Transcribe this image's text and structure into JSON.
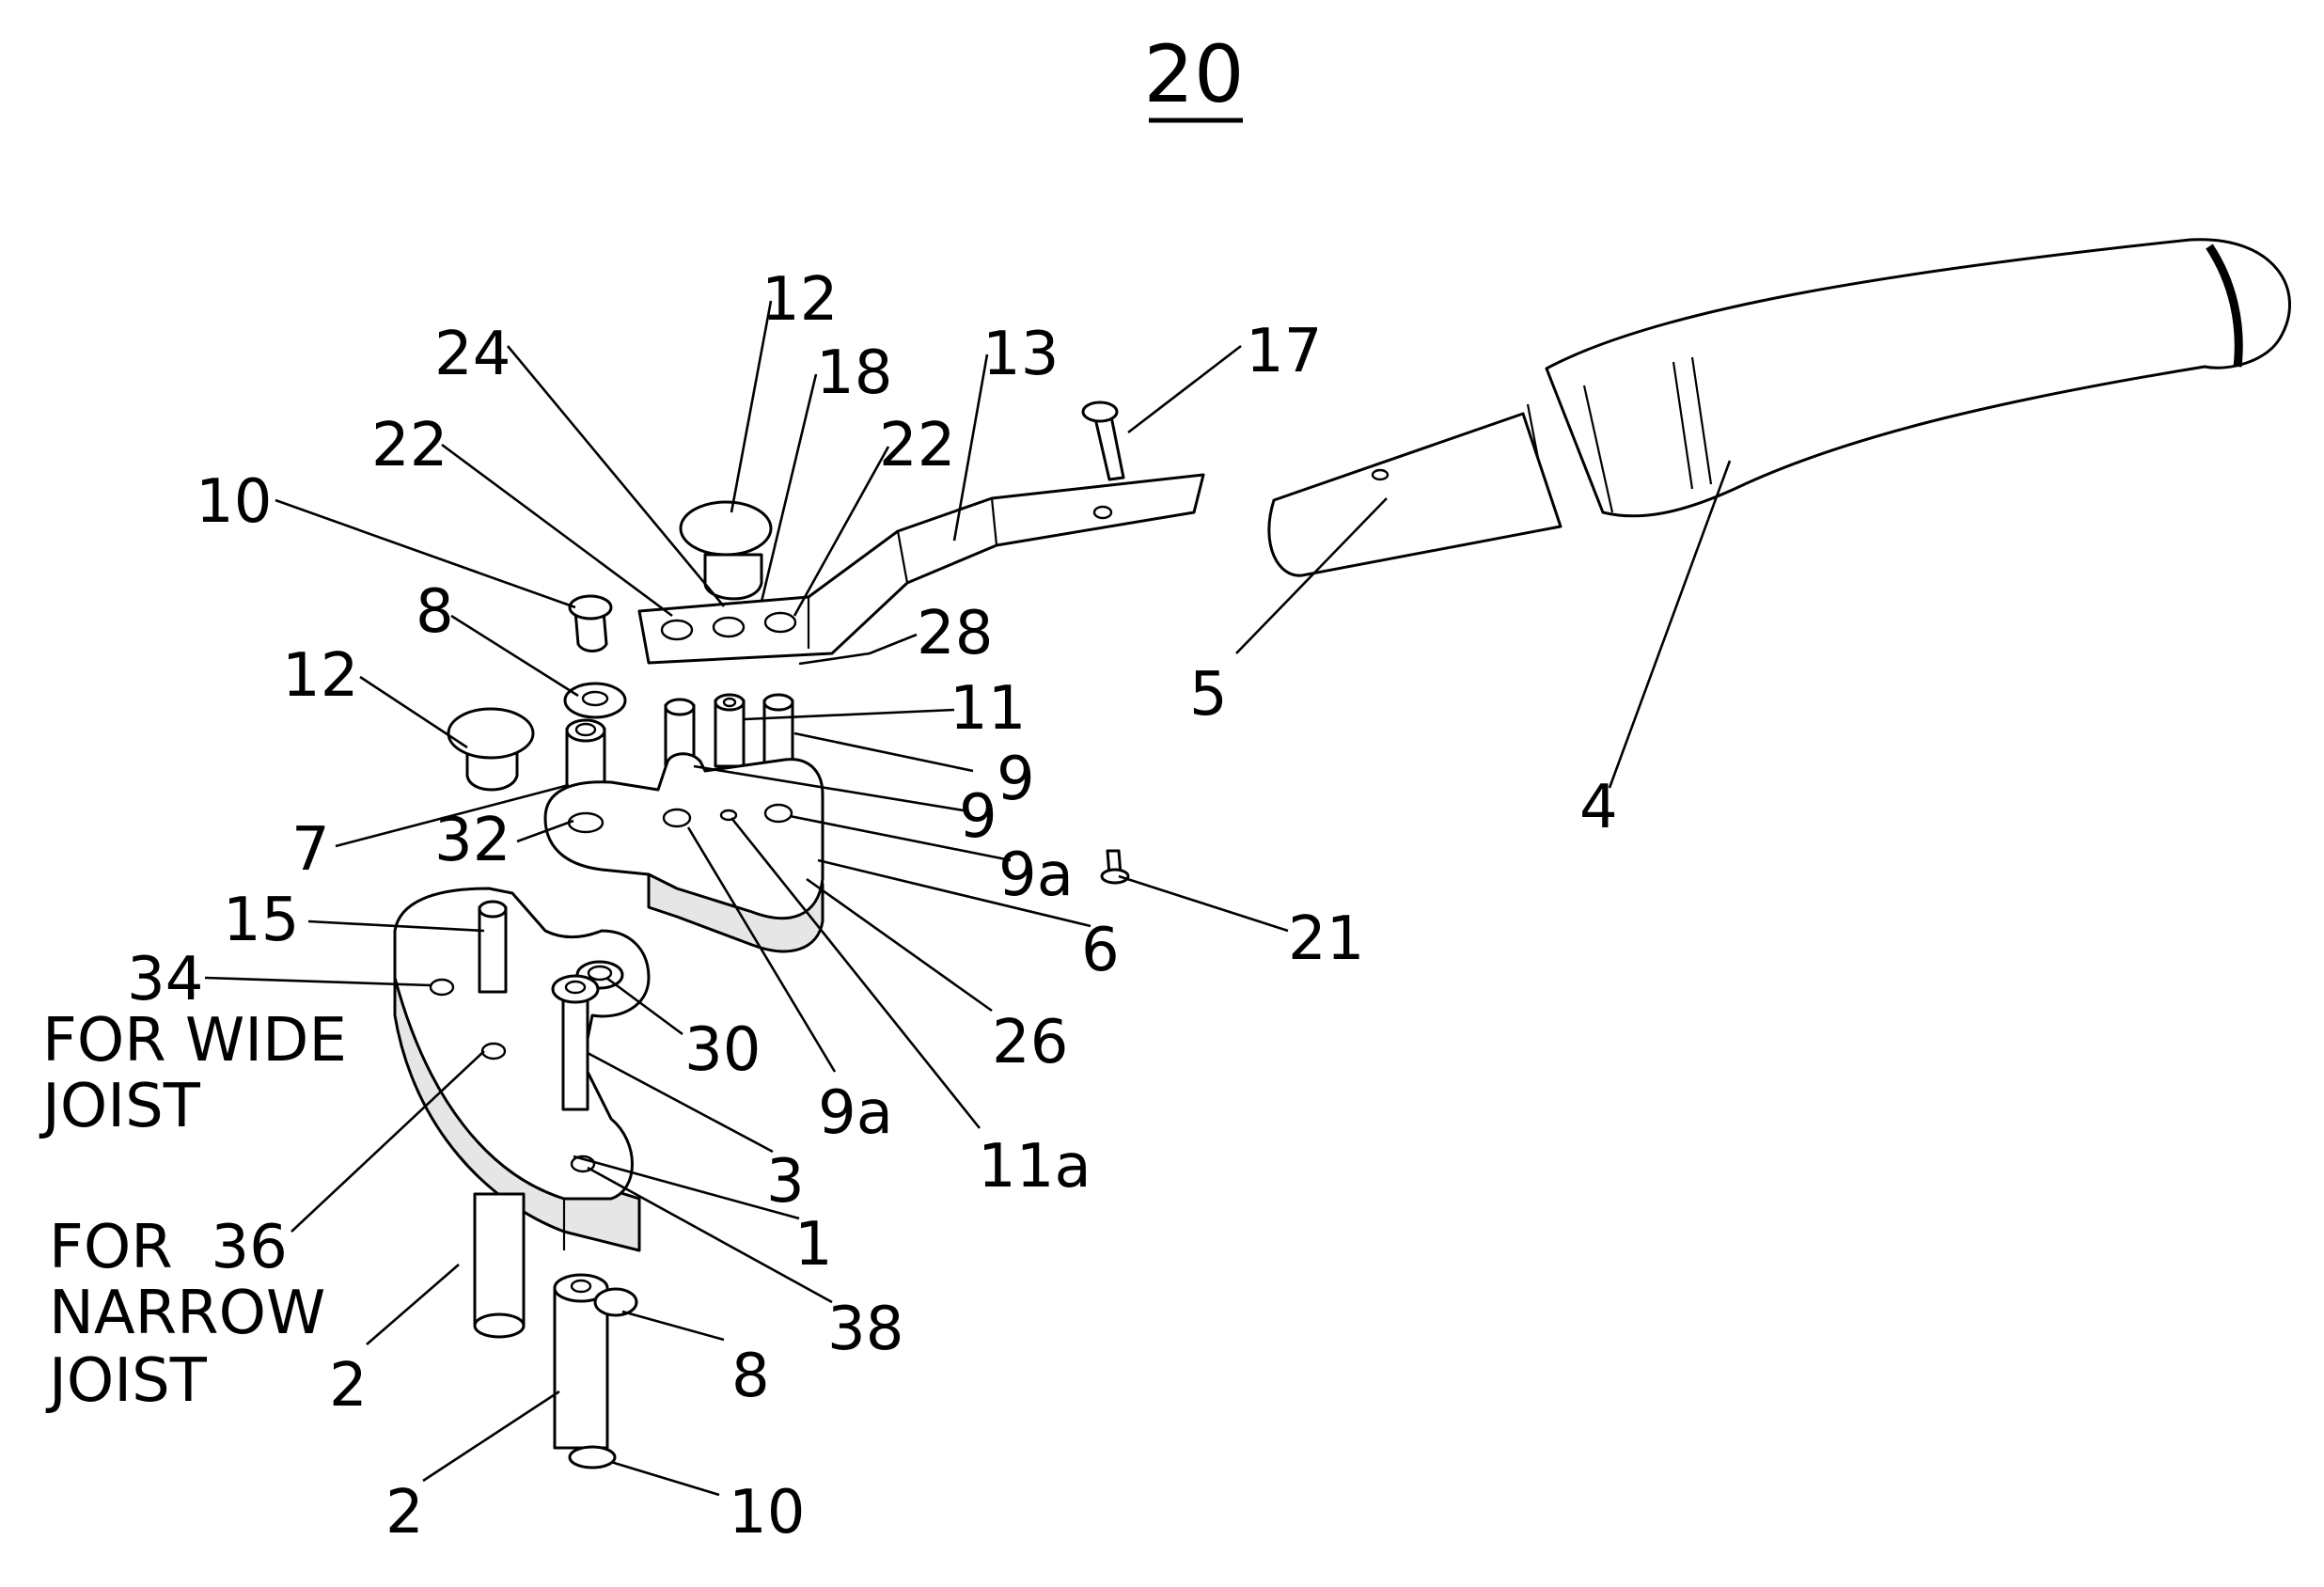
{
  "figure": {
    "number": "20",
    "annotations": {
      "wide_joist": [
        "FOR WIDE",
        "JOIST"
      ],
      "narrow_joist": [
        "FOR  36",
        "NARROW",
        "JOIST"
      ]
    },
    "labels": [
      {
        "id": "l12a",
        "text": "12"
      },
      {
        "id": "l24",
        "text": "24"
      },
      {
        "id": "l18",
        "text": "18"
      },
      {
        "id": "l13",
        "text": "13"
      },
      {
        "id": "l17",
        "text": "17"
      },
      {
        "id": "l22a",
        "text": "22"
      },
      {
        "id": "l22b",
        "text": "22"
      },
      {
        "id": "l10a",
        "text": "10"
      },
      {
        "id": "l28",
        "text": "28"
      },
      {
        "id": "l8a",
        "text": "8"
      },
      {
        "id": "l12b",
        "text": "12"
      },
      {
        "id": "l11",
        "text": "11"
      },
      {
        "id": "l9a",
        "text": "9"
      },
      {
        "id": "l9b",
        "text": "9"
      },
      {
        "id": "l5",
        "text": "5"
      },
      {
        "id": "l4",
        "text": "4"
      },
      {
        "id": "l7",
        "text": "7"
      },
      {
        "id": "l32",
        "text": "32"
      },
      {
        "id": "l9a1",
        "text": "9a"
      },
      {
        "id": "l21",
        "text": "21"
      },
      {
        "id": "l15",
        "text": "15"
      },
      {
        "id": "l6",
        "text": "6"
      },
      {
        "id": "l34",
        "text": "34"
      },
      {
        "id": "l26",
        "text": "26"
      },
      {
        "id": "l30",
        "text": "30"
      },
      {
        "id": "l9a2",
        "text": "9a"
      },
      {
        "id": "l11a",
        "text": "11a"
      },
      {
        "id": "l3",
        "text": "3"
      },
      {
        "id": "l1",
        "text": "1"
      },
      {
        "id": "l38",
        "text": "38"
      },
      {
        "id": "l2a",
        "text": "2"
      },
      {
        "id": "l8b",
        "text": "8"
      },
      {
        "id": "l2b",
        "text": "2"
      },
      {
        "id": "l10b",
        "text": "10"
      }
    ]
  }
}
